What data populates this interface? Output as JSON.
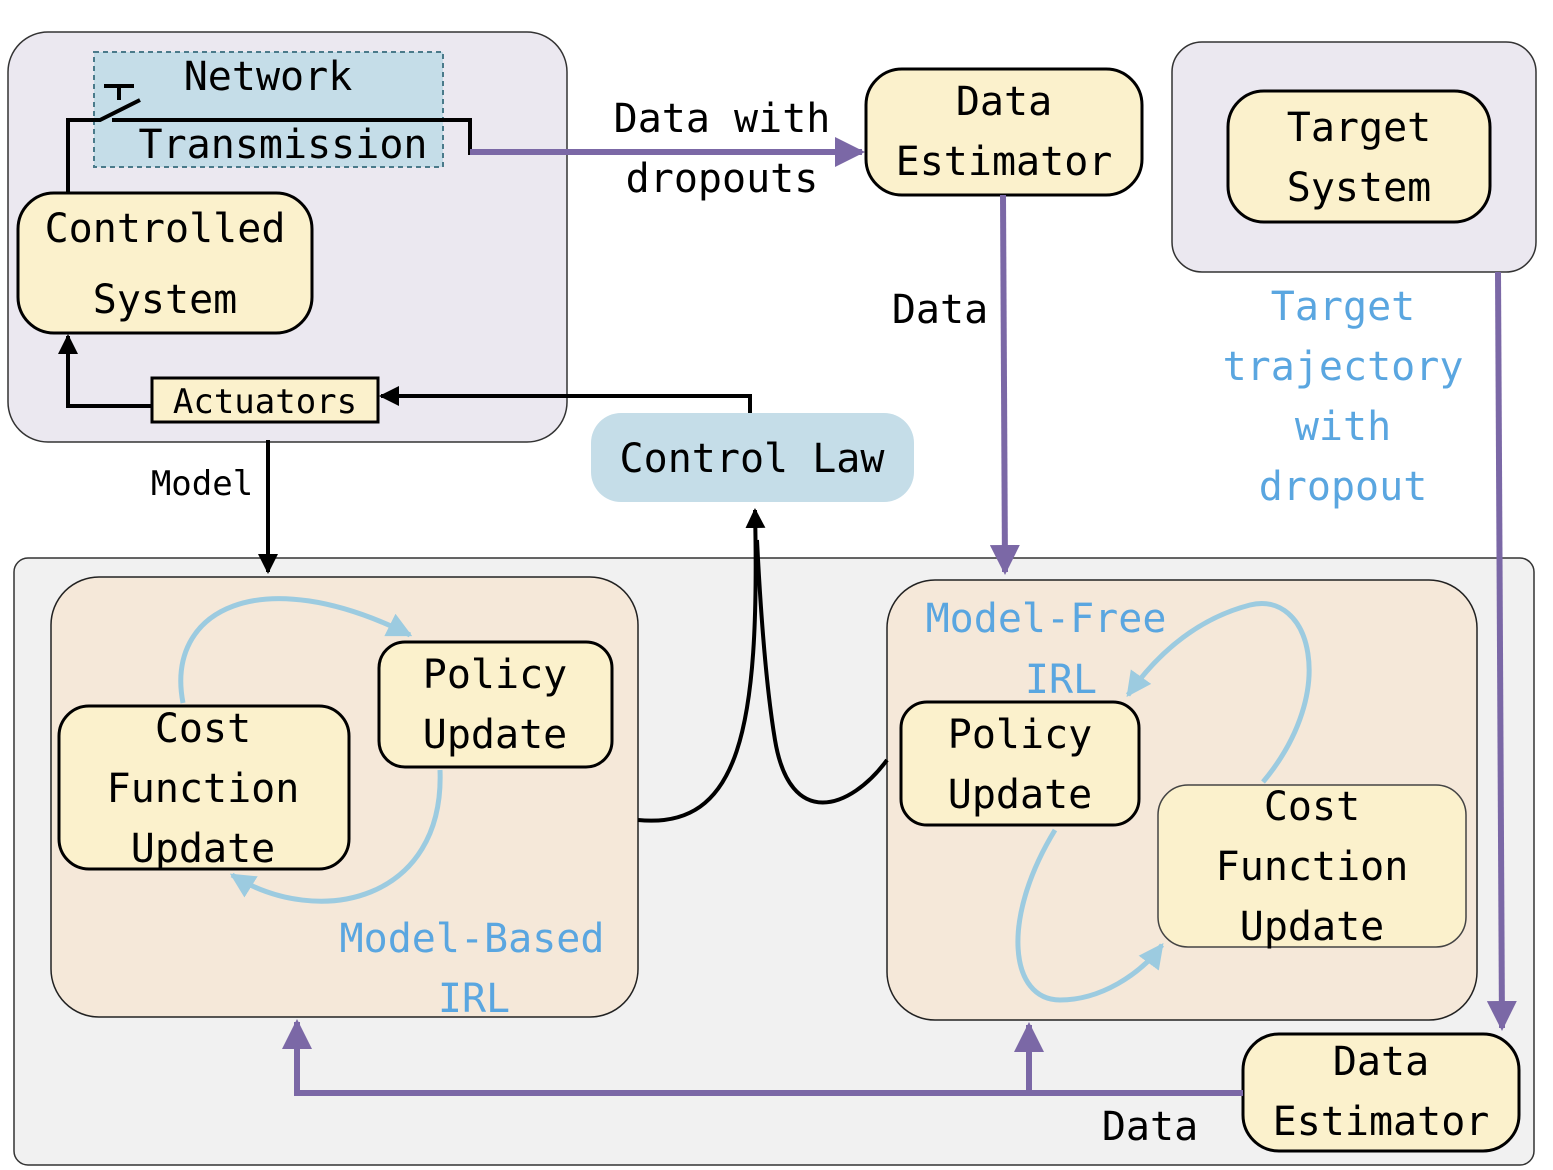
{
  "nodes": {
    "network_transmission": {
      "line1": "Network",
      "line2": "Transmission"
    },
    "controlled_system": {
      "line1": "Controlled",
      "line2": "System"
    },
    "actuators": {
      "label": "Actuators"
    },
    "data_estimator_top": {
      "line1": "Data",
      "line2": "Estimator"
    },
    "target_system": {
      "line1": "Target",
      "line2": "System"
    },
    "control_law": {
      "label": "Control Law"
    },
    "mb_cost": {
      "line1": "Cost",
      "line2": "Function",
      "line3": "Update"
    },
    "mb_policy": {
      "line1": "Policy",
      "line2": "Update"
    },
    "mb_label": {
      "line1": "Model-Based",
      "line2": "IRL"
    },
    "mf_label": {
      "line1": "Model-Free",
      "line2": "IRL"
    },
    "mf_policy": {
      "line1": "Policy",
      "line2": "Update"
    },
    "mf_cost": {
      "line1": "Cost",
      "line2": "Function",
      "line3": "Update"
    },
    "data_estimator_bottom": {
      "line1": "Data",
      "line2": "Estimator"
    }
  },
  "edge_labels": {
    "data_with_dropouts": {
      "line1": "Data with",
      "line2": "dropouts"
    },
    "data_vertical": "Data",
    "model": "Model",
    "target_trajectory": {
      "line1": "Target",
      "line2": "trajectory",
      "line3": "with",
      "line4": "dropout"
    },
    "data_bottom": "Data"
  },
  "colors": {
    "purple_arrow": "#7b68a6",
    "light_blue_arrow": "#9ccbe0",
    "label_blue": "#5aa6e0",
    "node_yellow": "#fbf1cc",
    "panel_lavender": "#ebe8f0",
    "panel_grey": "#f1f1f1",
    "irl_panel": "#f5e8d9",
    "network_fill": "#c5dde8",
    "control_law_fill": "#c5dde8"
  }
}
